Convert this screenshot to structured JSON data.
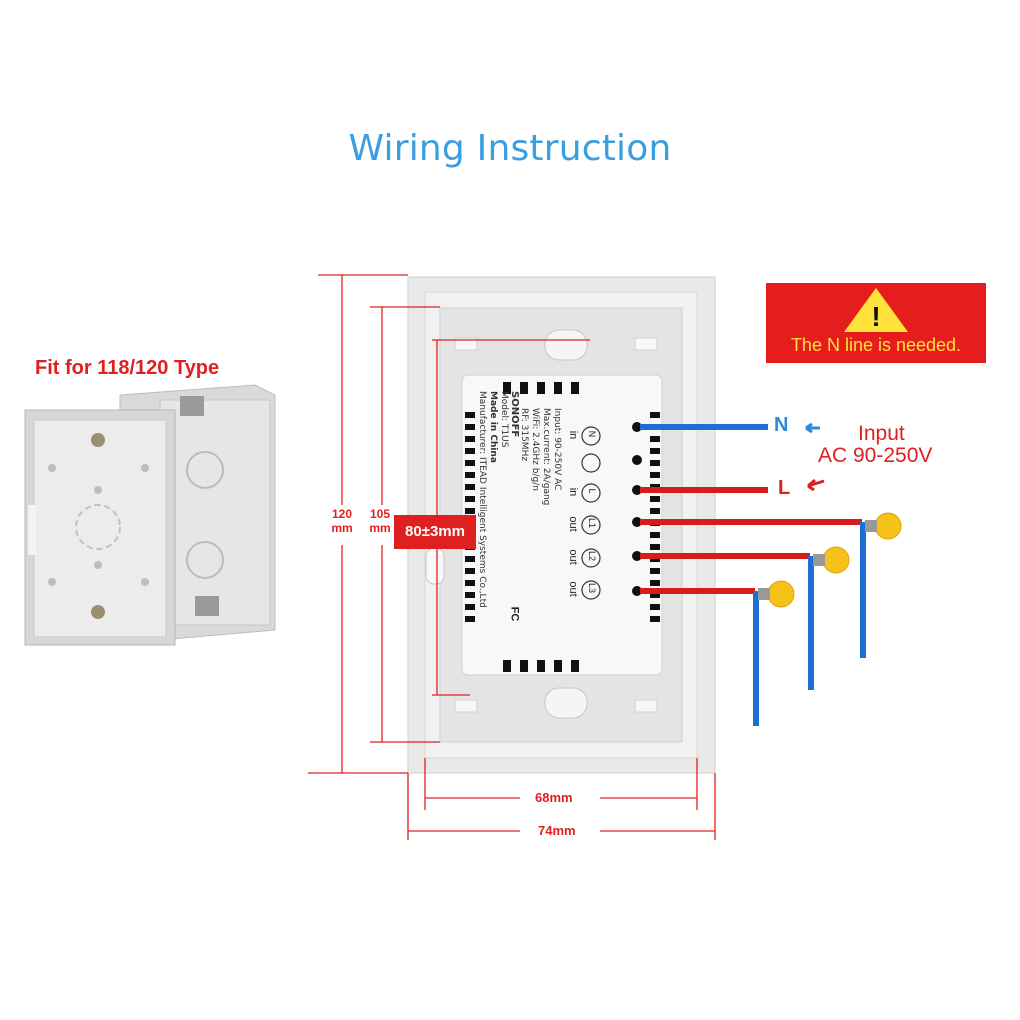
{
  "title": "Wiring Instruction",
  "box_caption": "Fit for 118/120 Type",
  "warning": {
    "text": "The N line is needed.",
    "symbol": "!"
  },
  "dimensions": {
    "height_outer_value": "120",
    "height_outer_unit": "mm",
    "height_inner_value": "105",
    "height_inner_unit": "mm",
    "screw_spacing": "80±3mm",
    "width_inner": "68mm",
    "width_outer": "74mm"
  },
  "terminals": {
    "labels": [
      "N",
      "",
      "L",
      "L1",
      "L2",
      "L3"
    ],
    "io": [
      "in",
      "",
      "in",
      "out",
      "out",
      "out"
    ]
  },
  "module_label": {
    "brand": "SONOFF",
    "lines": [
      "Model: T1US",
      "Made in China",
      "Manufacturer: ITEAD Intelligent Systems Co.,Ltd",
      "Input: 90-250V AC",
      "Max.current: 2A/gang",
      "WiFi: 2.4GHz b/g/n",
      "RF: 315MHz"
    ],
    "cert": "FC"
  },
  "wiring": {
    "n_label": "N",
    "l_label": "L",
    "input_line1": "Input",
    "input_line2": "AC 90-250V"
  },
  "colors": {
    "title": "#3a9ee0",
    "dimension": "#e02020",
    "warning_bg": "#e51d1d",
    "warning_text": "#ffe33a",
    "neutral_wire": "#1e6fd0",
    "live_wire": "#d81b1b",
    "bulb": "#f5c21a"
  }
}
